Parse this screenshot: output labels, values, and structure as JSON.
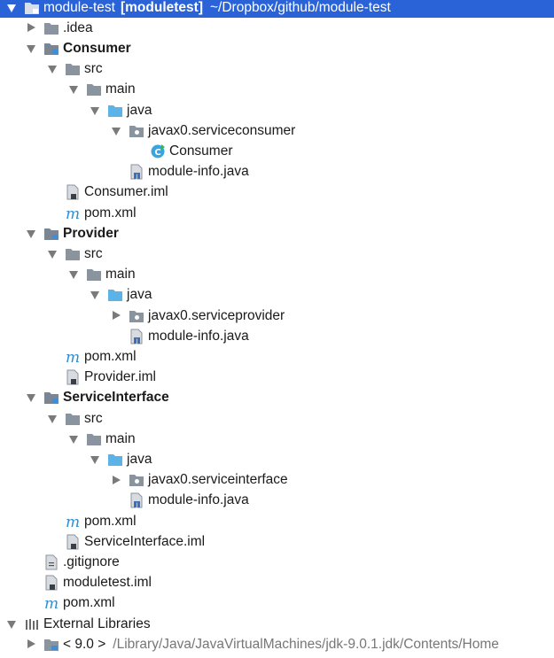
{
  "tree": {
    "root": {
      "label": "module-test",
      "module_tag": "[moduletest]",
      "path": "~/Dropbox/github/module-test"
    },
    "items": [
      {
        "label": ".idea"
      },
      {
        "label": "Consumer"
      },
      {
        "label": "src"
      },
      {
        "label": "main"
      },
      {
        "label": "java"
      },
      {
        "label": "javax0.serviceconsumer"
      },
      {
        "label": "Consumer"
      },
      {
        "label": "module-info.java"
      },
      {
        "label": "Consumer.iml"
      },
      {
        "label": "pom.xml"
      },
      {
        "label": "Provider"
      },
      {
        "label": "src"
      },
      {
        "label": "main"
      },
      {
        "label": "java"
      },
      {
        "label": "javax0.serviceprovider"
      },
      {
        "label": "module-info.java"
      },
      {
        "label": "pom.xml"
      },
      {
        "label": "Provider.iml"
      },
      {
        "label": "ServiceInterface"
      },
      {
        "label": "src"
      },
      {
        "label": "main"
      },
      {
        "label": "java"
      },
      {
        "label": "javax0.serviceinterface"
      },
      {
        "label": "module-info.java"
      },
      {
        "label": "pom.xml"
      },
      {
        "label": "ServiceInterface.iml"
      },
      {
        "label": ".gitignore"
      },
      {
        "label": "moduletest.iml"
      },
      {
        "label": "pom.xml"
      },
      {
        "label": "External Libraries"
      },
      {
        "label": "< 9.0 >",
        "path": "/Library/Java/JavaVirtualMachines/jdk-9.0.1.jdk/Contents/Home"
      }
    ]
  },
  "colors": {
    "selection": "#2a62d8",
    "module_folder": "#7a8694",
    "source_folder": "#5cb3e8",
    "maven_m": "#2a8fd6",
    "class_icon": "#3aa4e0"
  }
}
